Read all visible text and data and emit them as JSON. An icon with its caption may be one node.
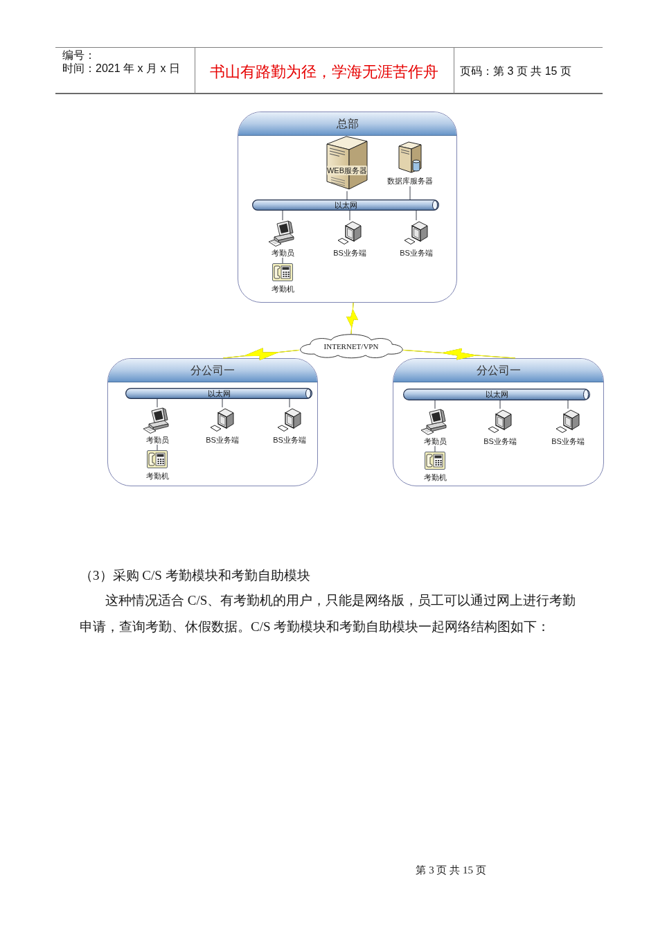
{
  "diagram": {
    "nodes": [
      {
        "text": [
          "总部"
        ]
      },
      {
        "text": [
          "WEB服务器"
        ],
        "in": 0
      },
      {
        "text": [
          "数据库服务器"
        ],
        "in": 0
      },
      {
        "text": [
          "以太网"
        ],
        "in": 0
      },
      {
        "text": [
          "考勤员"
        ],
        "in": 0
      },
      {
        "text": [
          "BS业务端"
        ],
        "in": 0
      },
      {
        "text": [
          "BS业务端"
        ],
        "in": 0
      },
      {
        "text": [
          "考勤机"
        ],
        "in": 0
      },
      {
        "text": [
          "INTERNET/VPN"
        ]
      },
      {
        "text": [
          "分公司一"
        ]
      },
      {
        "text": [
          "以太网"
        ],
        "in": 9
      },
      {
        "text": [
          "考勤员"
        ],
        "in": 9
      },
      {
        "text": [
          "BS业务端"
        ],
        "in": 9
      },
      {
        "text": [
          "BS业务端"
        ],
        "in": 9
      },
      {
        "text": [
          "考勤机"
        ],
        "in": 9
      },
      {
        "text": [
          "分公司一"
        ]
      },
      {
        "text": [
          "以太网"
        ],
        "in": 15
      },
      {
        "text": [
          "考勤员"
        ],
        "in": 15
      },
      {
        "text": [
          "BS业务端"
        ],
        "in": 15
      },
      {
        "text": [
          "BS业务端"
        ],
        "in": 15
      },
      {
        "text": [
          "考勤机"
        ],
        "in": 15
      }
    ],
    "edges": [
      {
        "from": 1,
        "to": 3,
        "arrow": "none"
      },
      {
        "from": 2,
        "to": 3,
        "arrow": "none"
      },
      {
        "from": 3,
        "to": 4,
        "arrow": "none"
      },
      {
        "from": 3,
        "to": 5,
        "arrow": "none"
      },
      {
        "from": 3,
        "to": 6,
        "arrow": "none"
      },
      {
        "from": 4,
        "to": 7,
        "arrow": "none"
      },
      {
        "from": 0,
        "to": 8,
        "arrow": "none",
        "color": "#ffff00"
      },
      {
        "from": 8,
        "to": 9,
        "arrow": "none",
        "color": "#ffff00"
      },
      {
        "from": 8,
        "to": 15,
        "arrow": "none",
        "color": "#ffff00"
      },
      {
        "from": 10,
        "to": 11,
        "arrow": "none"
      },
      {
        "from": 10,
        "to": 12,
        "arrow": "none"
      },
      {
        "from": 10,
        "to": 13,
        "arrow": "none"
      },
      {
        "from": 11,
        "to": 14,
        "arrow": "none"
      },
      {
        "from": 16,
        "to": 17,
        "arrow": "none"
      },
      {
        "from": 16,
        "to": 18,
        "arrow": "none"
      },
      {
        "from": 16,
        "to": 19,
        "arrow": "none"
      },
      {
        "from": 17,
        "to": 20,
        "arrow": "none"
      }
    ],
    "labels": [
      "编号：",
      "时间：2021 年 x 月 x 日",
      "书山有路勤为径，学海无涯苦作舟",
      "页码：第 3 页 共 15 页",
      "（3）采购 C/S 考勤模块和考勤自助模块",
      "这种情况适合 C/S、有考勤机的用户，只能是网络版，员工可以通过网上进行考勤申请，查询考勤、休假数据。C/S 考勤模块和考勤自助模块一起网络结构图如下：",
      "第 3 页 共 15 页"
    ]
  }
}
